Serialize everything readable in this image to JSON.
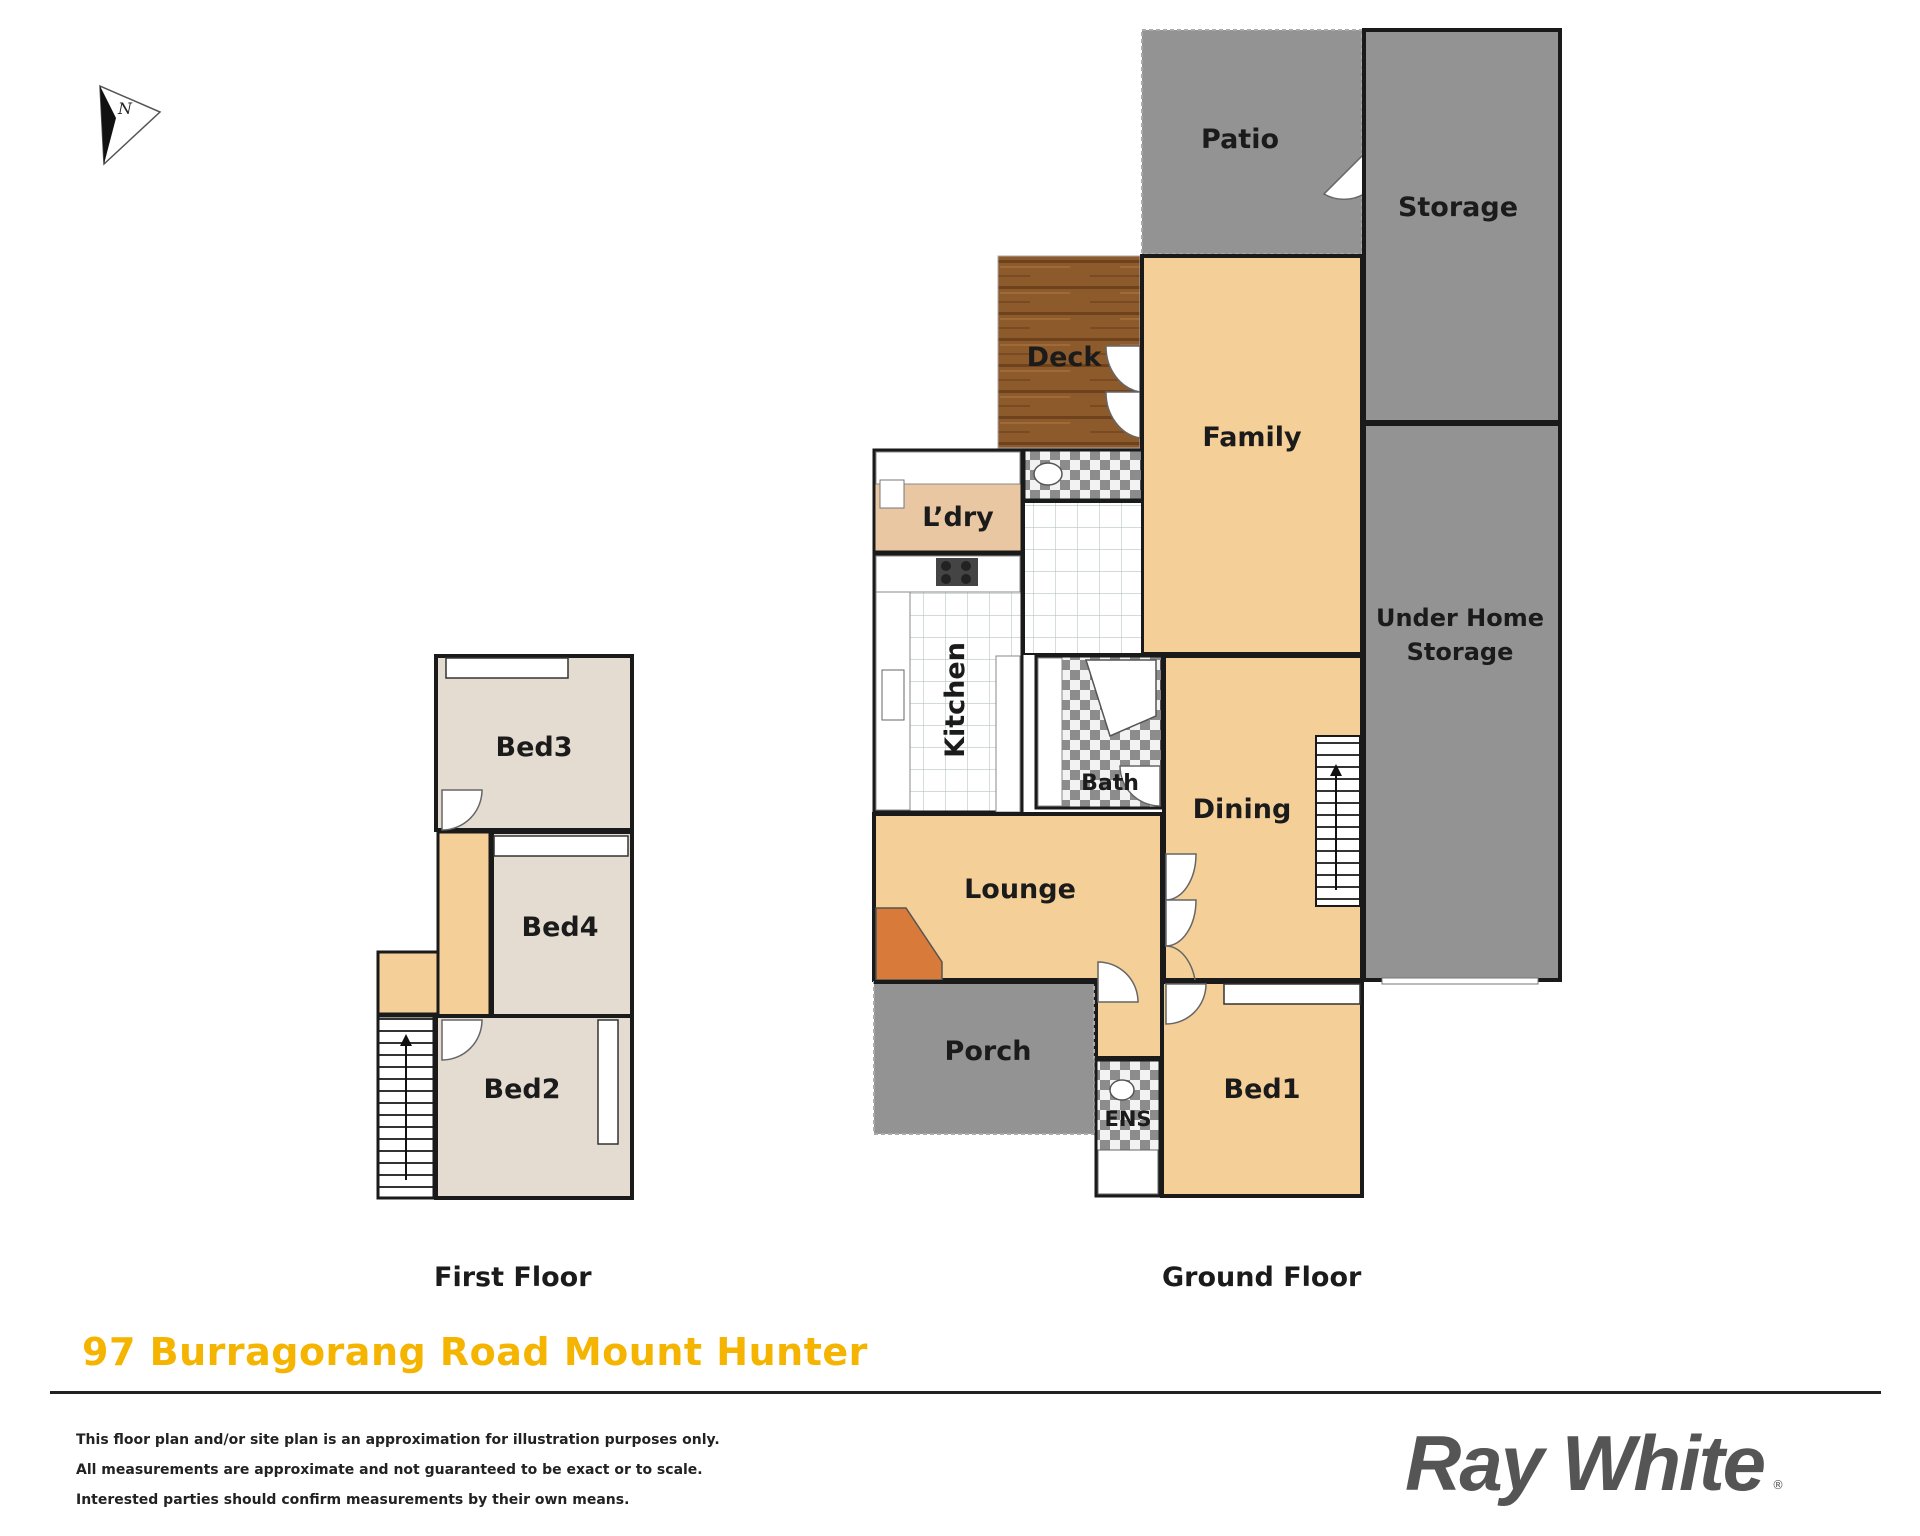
{
  "compass": {
    "label": "N",
    "icon": "north-arrow-icon"
  },
  "rooms": {
    "patio": "Patio",
    "storage": "Storage",
    "deck": "Deck",
    "family": "Family",
    "laundry": "L’dry",
    "kitchen": "Kitchen",
    "under_home_storage_line1": "Under Home",
    "under_home_storage_line2": "Storage",
    "bath": "Bath",
    "dining": "Dining",
    "lounge": "Lounge",
    "porch": "Porch",
    "ens": "ENS",
    "bed1": "Bed1",
    "bed2": "Bed2",
    "bed3": "Bed3",
    "bed4": "Bed4"
  },
  "floors": {
    "first": "First Floor",
    "ground": "Ground Floor"
  },
  "address": "97 Burragorang Road Mount Hunter",
  "disclaimer": [
    "This floor plan and/or site plan is an approximation for illustration purposes only.",
    "All measurements are approximate and not guaranteed to be exact or to scale.",
    "Interested parties should confirm measurements by their own means."
  ],
  "brand": {
    "name": "Ray White",
    "mark": "®"
  },
  "colors": {
    "warm_room": "#f5cf98",
    "grey_area": "#939393",
    "first_floor_room": "#e4dcd1",
    "deck": "#8b5a2b",
    "wall": "#1a1a1a",
    "address": "#f4b400"
  }
}
